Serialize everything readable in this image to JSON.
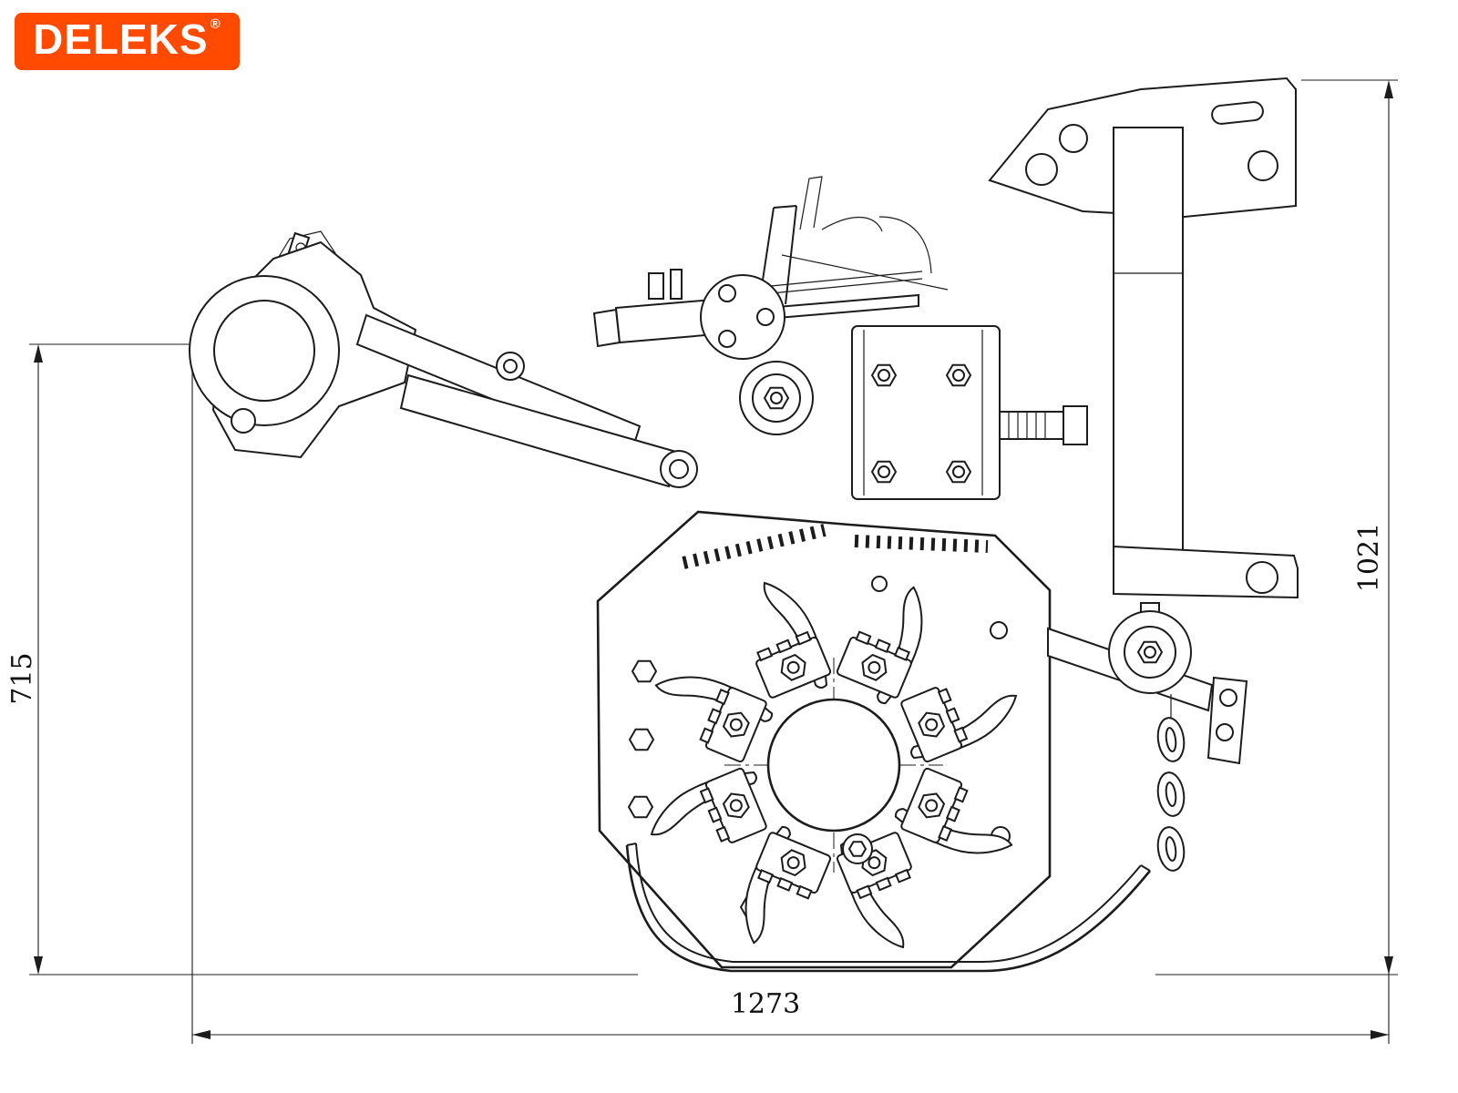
{
  "logo": {
    "text": "DELEKS",
    "registered_mark": "®",
    "bg_color": "#ff4a00",
    "text_color": "#ffffff"
  },
  "drawing": {
    "line_color": "#1c1c1c",
    "background": "#ffffff",
    "dimensions": {
      "left_vertical": "715",
      "right_vertical": "1021",
      "bottom_horizontal": "1273"
    }
  }
}
